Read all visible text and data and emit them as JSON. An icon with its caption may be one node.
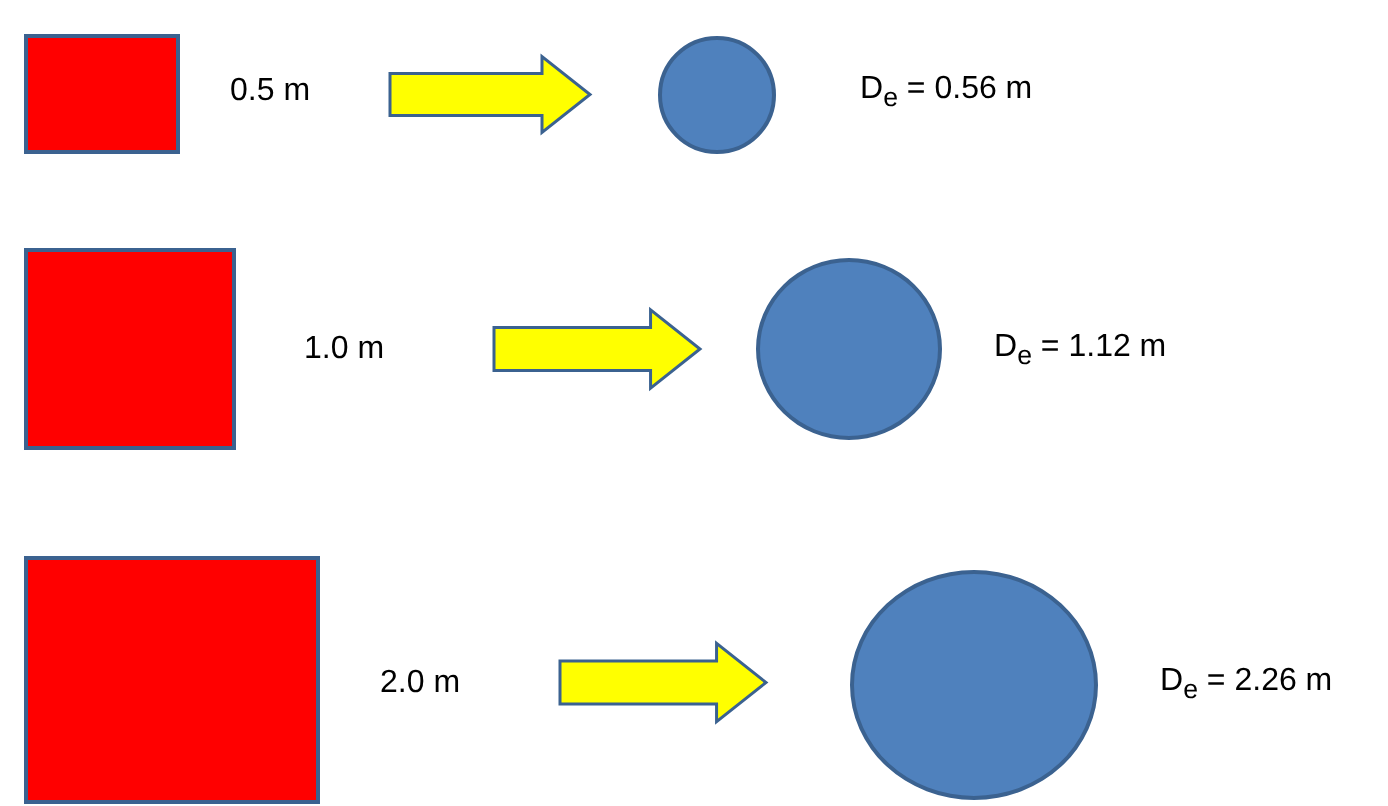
{
  "diagram": {
    "nodes": [
      {
        "text": [],
        "shape": "box",
        "beside": [
          "0.5 m"
        ]
      },
      {
        "text": [],
        "shape": "circle",
        "beside": [
          "D$_{e}$ = 0.56 m"
        ]
      },
      {
        "text": [],
        "shape": "box",
        "beside": [
          "1.0 m"
        ]
      },
      {
        "text": [],
        "shape": "circle",
        "beside": [
          "D$_{e}$ = 1.12 m"
        ]
      },
      {
        "text": [],
        "shape": "box",
        "beside": [
          "2.0 m"
        ]
      },
      {
        "text": [],
        "shape": "circle",
        "beside": [
          "D$_{e}$ = 2.26 m"
        ]
      }
    ],
    "edges": [
      {
        "from": 0,
        "to": 1,
        "arrow": "to"
      },
      {
        "from": 2,
        "to": 3,
        "arrow": "to"
      },
      {
        "from": 4,
        "to": 5,
        "arrow": "to"
      }
    ]
  }
}
